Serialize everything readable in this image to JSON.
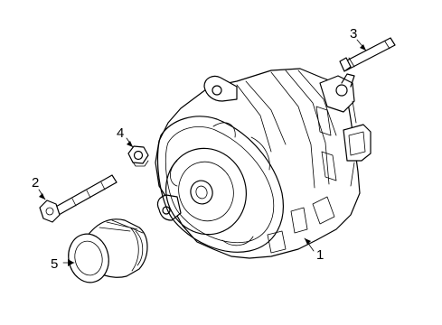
{
  "callouts": {
    "alternator": "1",
    "bolt": "2",
    "stud": "3",
    "nut": "4",
    "pulley": "5"
  }
}
